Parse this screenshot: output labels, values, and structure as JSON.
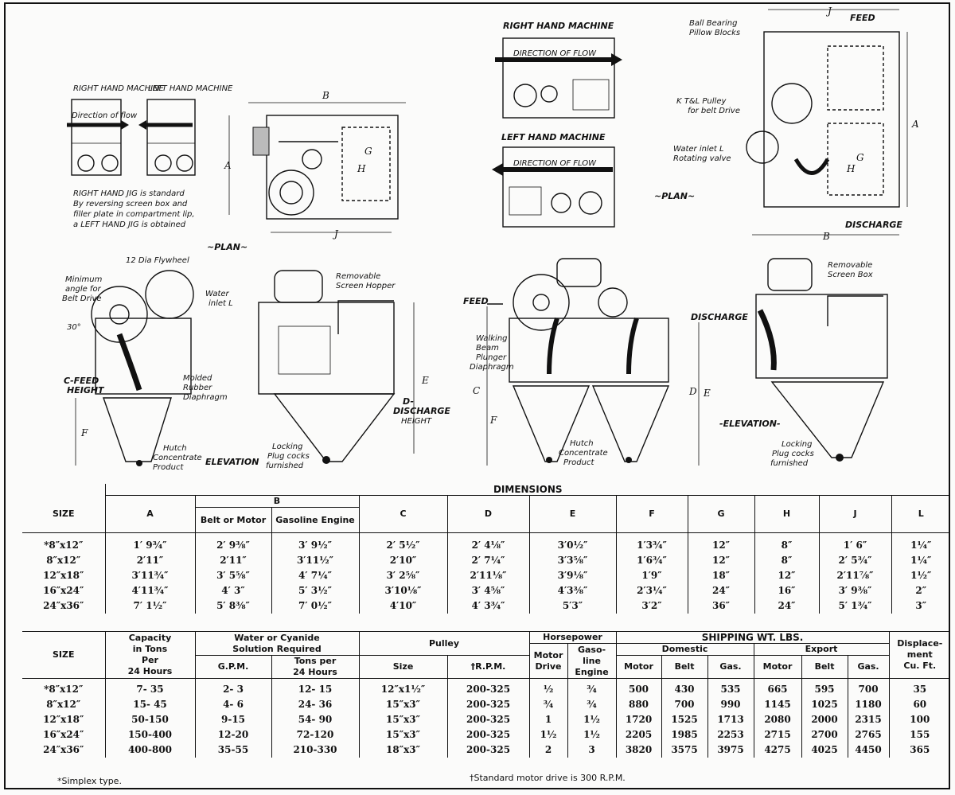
{
  "drawing": {
    "left_views": {
      "right_hand_machine": "RIGHT HAND MACHINE",
      "left_hand_machine": "LEFT HAND MACHINE",
      "direction_small": "Direction of flow",
      "jig_note": [
        "RIGHT HAND JIG is standard",
        "By reversing screen box and",
        "filler plate in compartment lip,",
        "a LEFT HAND JIG is obtained"
      ],
      "plan_label": "~PLAN~",
      "flywheel": "12 Dia Flywheel",
      "min_angle": [
        "Minimum",
        "angle for",
        "Belt Drive"
      ],
      "angle_deg": "30°",
      "feed_height": [
        "C-FEED",
        "HEIGHT"
      ],
      "molded": [
        "Molded",
        "Rubber",
        "Diaphragm"
      ],
      "water_inlet": [
        "Water",
        "inlet L"
      ],
      "removable_hopper": [
        "Removable",
        "Screen Hopper"
      ],
      "discharge_height": [
        "D-",
        "DISCHARGE",
        "HEIGHT"
      ],
      "hutch": [
        "Hutch",
        "Concentrate",
        "Product"
      ],
      "locking": [
        "Locking",
        "Plug cocks",
        "furnished"
      ],
      "elevation_label": "ELEVATION",
      "letters": {
        "A": "A",
        "B": "B",
        "J": "J",
        "G": "G",
        "H": "H",
        "E": "E",
        "F": "F"
      }
    },
    "right_views": {
      "right_hand_machine": "RIGHT HAND MACHINE",
      "left_hand_machine": "LEFT HAND MACHINE",
      "direction_of_flow": "DIRECTION OF FLOW",
      "ball_bearing": [
        "Ball Bearing",
        "Pillow Blocks"
      ],
      "feed": "FEED",
      "pulley": [
        "K T&L Pulley",
        "for belt Drive"
      ],
      "water_valve": [
        "Water inlet L",
        "Rotating valve"
      ],
      "plan_label": "~PLAN~",
      "discharge": "DISCHARGE",
      "removable_box": [
        "Removable",
        "Screen Box"
      ],
      "walking_beam": [
        "Walking",
        "Beam",
        "Plunger",
        "Diaphragm"
      ],
      "hutch": [
        "Hutch",
        "Concentrate",
        "Product"
      ],
      "locking": [
        "Locking",
        "Plug cocks",
        "furnished"
      ],
      "elevation_label": "-ELEVATION-",
      "letters": {
        "A": "A",
        "B": "B",
        "J": "J",
        "G": "G",
        "H": "H",
        "C": "C",
        "D": "D",
        "E": "E",
        "F": "F"
      }
    }
  },
  "dimensions_table": {
    "title": "DIMENSIONS",
    "size_header": "SIZE",
    "headers": {
      "A": "A",
      "B": "B",
      "B_belt": "Belt or Motor",
      "B_gas": "Gasoline Engine",
      "C": "C",
      "D": "D",
      "E": "E",
      "F": "F",
      "G": "G",
      "H": "H",
      "J": "J",
      "L": "L"
    },
    "rows": [
      {
        "size": "*8″x12″",
        "A": "1′ 9¾″",
        "B_belt": "2′ 9⅜″",
        "B_gas": "3′ 9½″",
        "C": "2′ 5½″",
        "D": "2′ 4⅛″",
        "E": "3′0½″",
        "F": "1′3¾″",
        "G": "12″",
        "H": "8″",
        "J": "1′ 6″",
        "L": "1¼″"
      },
      {
        "size": "8″x12″",
        "A": "2′11″",
        "B_belt": "2′11″",
        "B_gas": "3′11½″",
        "C": "2′10″",
        "D": "2′ 7¼″",
        "E": "3′3⅝″",
        "F": "1′6¾″",
        "G": "12″",
        "H": "8″",
        "J": "2′ 5¾″",
        "L": "1¼″"
      },
      {
        "size": "12″x18″",
        "A": "3′11¾″",
        "B_belt": "3′ 5⅝″",
        "B_gas": "4′ 7¼″",
        "C": "3′ 2⅝″",
        "D": "2′11⅛″",
        "E": "3′9⅛″",
        "F": "1′9″",
        "G": "18″",
        "H": "12″",
        "J": "2′11⅞″",
        "L": "1½″"
      },
      {
        "size": "16″x24″",
        "A": "4′11¾″",
        "B_belt": "4′ 3″",
        "B_gas": "5′ 3½″",
        "C": "3′10⅛″",
        "D": "3′ 4⅝″",
        "E": "4′3⅜″",
        "F": "2′3¼″",
        "G": "24″",
        "H": "16″",
        "J": "3′ 9⅜″",
        "L": "2″"
      },
      {
        "size": "24″x36″",
        "A": "7′ 1½″",
        "B_belt": "5′ 8⅜″",
        "B_gas": "7′ 0½″",
        "C": "4′10″",
        "D": "4′ 3¾″",
        "E": "5′3″",
        "F": "3′2″",
        "G": "36″",
        "H": "24″",
        "J": "5′ 1¾″",
        "L": "3″"
      }
    ]
  },
  "capacity_table": {
    "size_header": "SIZE",
    "headers": {
      "capacity": [
        "Capacity",
        "in Tons",
        "Per",
        "24 Hours"
      ],
      "water": [
        "Water or Cyanide",
        "Solution Required"
      ],
      "gpm": "G.P.M.",
      "tons_per": [
        "Tons per",
        "24 Hours"
      ],
      "pulley": "Pulley",
      "pulley_size": "Size",
      "rpm": "†R.P.M.",
      "horsepower": "Horsepower",
      "motor_drive": [
        "Motor",
        "Drive"
      ],
      "gas_engine": [
        "Gaso-",
        "line",
        "Engine"
      ],
      "shipping": "SHIPPING WT. LBS.",
      "domestic": "Domestic",
      "export": "Export",
      "motor": "Motor",
      "belt": "Belt",
      "gas": "Gas.",
      "displacement": [
        "Displace-",
        "ment",
        "Cu. Ft."
      ]
    },
    "rows": [
      {
        "size": "*8″x12″",
        "capacity": "7- 35",
        "gpm": "2- 3",
        "tons": "12- 15",
        "pulley": "12″x1½″",
        "rpm": "200-325",
        "hp_motor": "½",
        "hp_gas": "¾",
        "dom_motor": "500",
        "dom_belt": "430",
        "dom_gas": "535",
        "exp_motor": "665",
        "exp_belt": "595",
        "exp_gas": "700",
        "disp": "35"
      },
      {
        "size": "8″x12″",
        "capacity": "15- 45",
        "gpm": "4- 6",
        "tons": "24- 36",
        "pulley": "15″x3″",
        "rpm": "200-325",
        "hp_motor": "¾",
        "hp_gas": "¾",
        "dom_motor": "880",
        "dom_belt": "700",
        "dom_gas": "990",
        "exp_motor": "1145",
        "exp_belt": "1025",
        "exp_gas": "1180",
        "disp": "60"
      },
      {
        "size": "12″x18″",
        "capacity": "50-150",
        "gpm": "9-15",
        "tons": "54- 90",
        "pulley": "15″x3″",
        "rpm": "200-325",
        "hp_motor": "1",
        "hp_gas": "1½",
        "dom_motor": "1720",
        "dom_belt": "1525",
        "dom_gas": "1713",
        "exp_motor": "2080",
        "exp_belt": "2000",
        "exp_gas": "2315",
        "disp": "100"
      },
      {
        "size": "16″x24″",
        "capacity": "150-400",
        "gpm": "12-20",
        "tons": "72-120",
        "pulley": "15″x3″",
        "rpm": "200-325",
        "hp_motor": "1½",
        "hp_gas": "1½",
        "dom_motor": "2205",
        "dom_belt": "1985",
        "dom_gas": "2253",
        "exp_motor": "2715",
        "exp_belt": "2700",
        "exp_gas": "2765",
        "disp": "155"
      },
      {
        "size": "24″x36″",
        "capacity": "400-800",
        "gpm": "35-55",
        "tons": "210-330",
        "pulley": "18″x3″",
        "rpm": "200-325",
        "hp_motor": "2",
        "hp_gas": "3",
        "dom_motor": "3820",
        "dom_belt": "3575",
        "dom_gas": "3975",
        "exp_motor": "4275",
        "exp_belt": "4025",
        "exp_gas": "4450",
        "disp": "365"
      }
    ]
  },
  "footnotes": {
    "simplex": "*Simplex type.",
    "motor_drive": "†Standard motor drive is 300 R.P.M."
  }
}
